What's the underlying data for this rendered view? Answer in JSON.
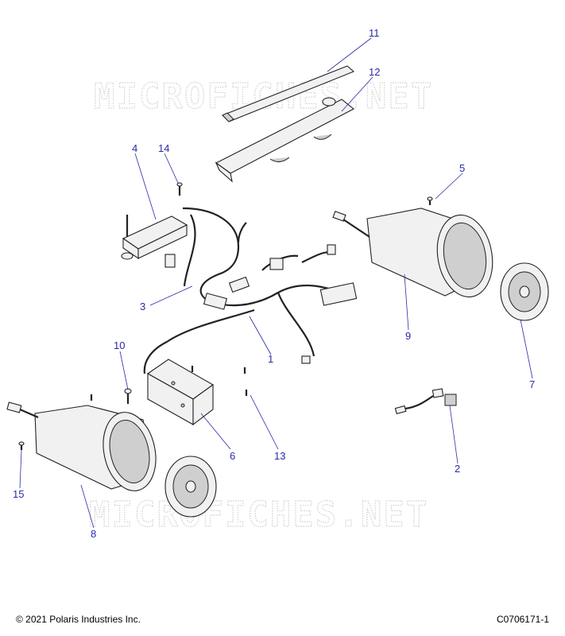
{
  "watermark": "MICROFICHES.NET",
  "callouts": {
    "c1": "1",
    "c2": "2",
    "c3": "3",
    "c4": "4",
    "c5": "5",
    "c6": "6",
    "c7": "7",
    "c8": "8",
    "c9": "9",
    "c10": "10",
    "c11": "11",
    "c12": "12",
    "c13": "13",
    "c14": "14",
    "c15": "15"
  },
  "footer": {
    "copyright": "© 2021 Polaris Industries Inc.",
    "figure_code": "C0706171-1"
  },
  "colors": {
    "callout": "#2a2aa8",
    "line_art": "#222222",
    "watermark": "#d2d2d2"
  }
}
